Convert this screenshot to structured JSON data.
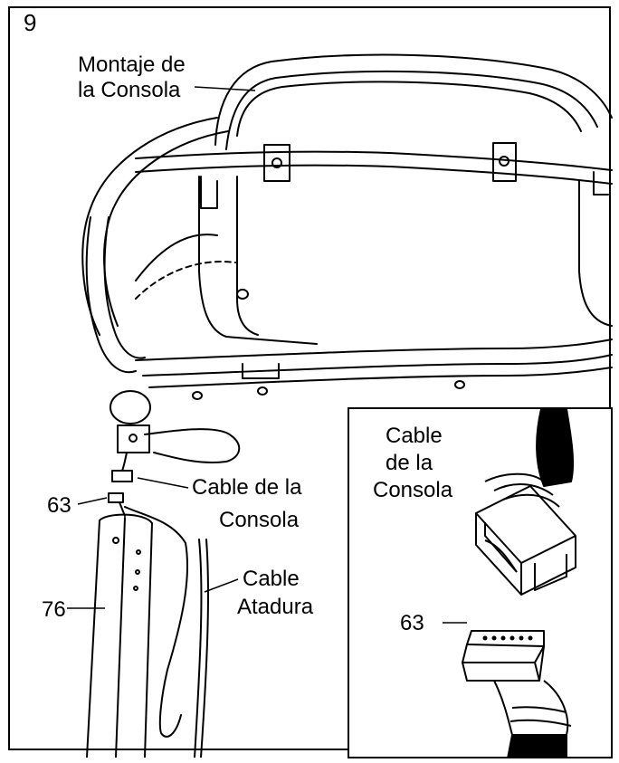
{
  "step_number": "9",
  "labels": {
    "console_assembly": [
      "Montaje de",
      "la Consola"
    ],
    "console_cable": [
      "Cable de la",
      "Consola"
    ],
    "part_63": "63",
    "part_76": "76",
    "tie_cable": [
      "Cable",
      "Atadura"
    ]
  },
  "inset": {
    "console_cable": [
      "Cable",
      "de la",
      "Consola"
    ],
    "part_63": "63"
  }
}
